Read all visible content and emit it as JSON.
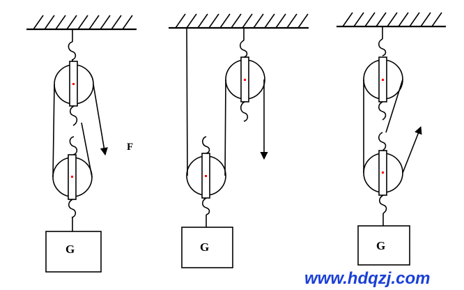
{
  "diagrams": [
    {
      "weight_label": "G",
      "force_label": "F"
    },
    {
      "weight_label": "G"
    },
    {
      "weight_label": "G"
    }
  ],
  "watermark": "www.hdqzj.com",
  "colors": {
    "line": "#000000",
    "axle_dot": "#ff0000",
    "watermark": "#1a3fd6",
    "background": "#ffffff"
  }
}
